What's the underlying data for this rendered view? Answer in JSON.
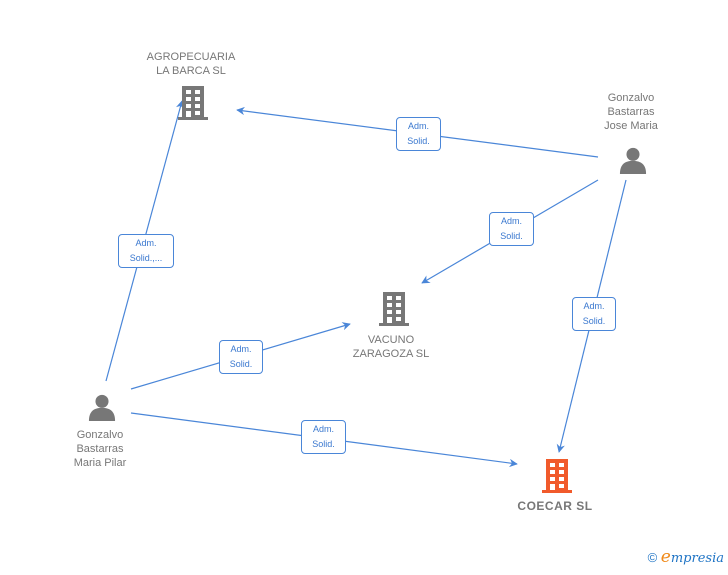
{
  "nodes": [
    {
      "id": "agropecuaria",
      "type": "company",
      "label": "AGROPECUARIA\nLA BARCA SL",
      "color": "#777777"
    },
    {
      "id": "gonzalvo_jose",
      "type": "person",
      "label": "Gonzalvo\nBastarras\nJose Maria",
      "color": "#777777"
    },
    {
      "id": "vacuno",
      "type": "company",
      "label": "VACUNO\nZARAGOZA  SL",
      "color": "#777777"
    },
    {
      "id": "gonzalvo_maria",
      "type": "person",
      "label": "Gonzalvo\nBastarras\nMaria Pilar",
      "color": "#777777"
    },
    {
      "id": "coecar",
      "type": "company",
      "label": "COECAR  SL",
      "color": "#f15a2b",
      "highlight": true
    }
  ],
  "edges": [
    {
      "from": "gonzalvo_jose",
      "to": "agropecuaria",
      "label": "Adm.\nSolid."
    },
    {
      "from": "gonzalvo_jose",
      "to": "vacuno",
      "label": "Adm.\nSolid."
    },
    {
      "from": "gonzalvo_jose",
      "to": "coecar",
      "label": "Adm.\nSolid."
    },
    {
      "from": "gonzalvo_maria",
      "to": "agropecuaria",
      "label": "Adm.\nSolid.,..."
    },
    {
      "from": "gonzalvo_maria",
      "to": "vacuno",
      "label": "Adm.\nSolid."
    },
    {
      "from": "gonzalvo_maria",
      "to": "coecar",
      "label": "Adm.\nSolid."
    }
  ],
  "colors": {
    "edge": "#4a86d8",
    "node": "#777777",
    "highlight": "#f15a2b"
  },
  "footer": {
    "copyright": "©",
    "brand_initial": "e",
    "brand_rest": "mpresia"
  }
}
